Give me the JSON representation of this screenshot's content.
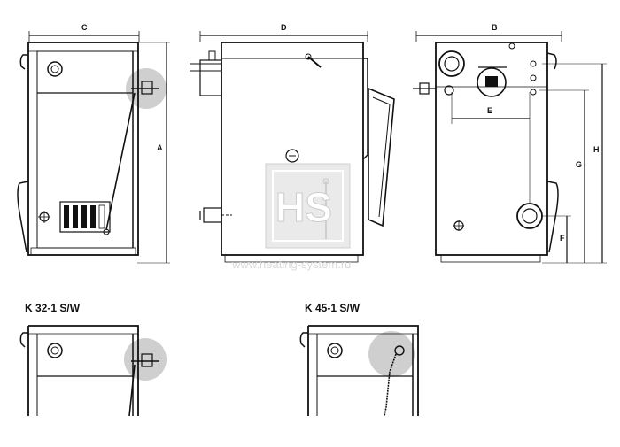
{
  "dimensions": {
    "a": "A",
    "b": "B",
    "c": "C",
    "d": "D",
    "e": "E",
    "f": "F",
    "g": "G",
    "h": "H"
  },
  "variants": [
    {
      "label": "K 32-1 S/W"
    },
    {
      "label": "K 45-1 S/W"
    }
  ],
  "watermark": {
    "logo": "HS",
    "url": "www.heating-system.ru"
  },
  "colors": {
    "stroke": "#111111",
    "highlight": "#cfcfcf",
    "watermark_bg": "#e6e6e6",
    "watermark_text": "#d9d9d9"
  }
}
